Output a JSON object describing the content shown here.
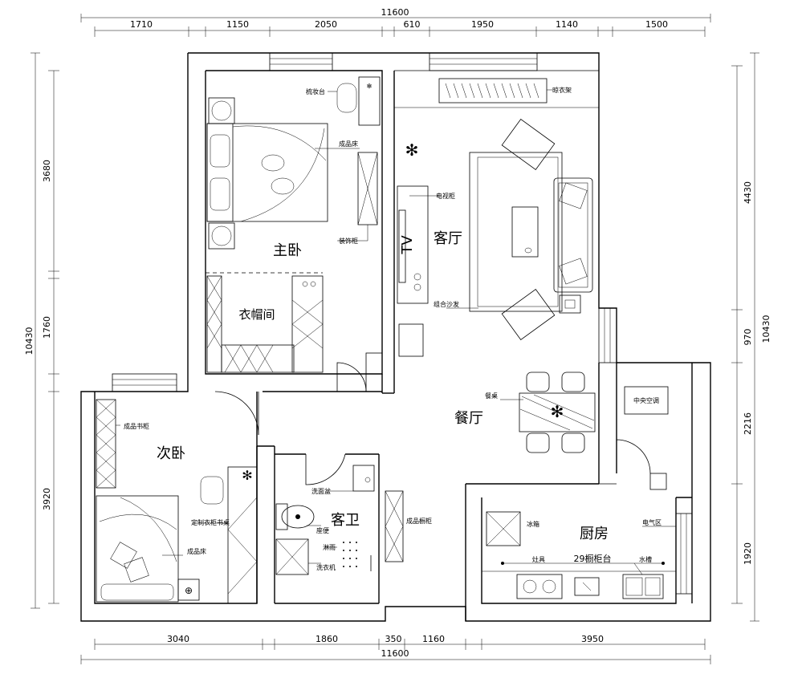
{
  "top_dims": {
    "overall": "11600",
    "segments": [
      "1710",
      "1150",
      "2050",
      "610",
      "1950",
      "1140",
      "1500"
    ]
  },
  "bottom_dims": {
    "overall": "11600",
    "segments": [
      "3040",
      "1860",
      "350",
      "1160",
      "3950"
    ]
  },
  "left_dims": {
    "overall": "10430",
    "segments": [
      "3680",
      "1760",
      "3920"
    ]
  },
  "right_dims": {
    "overall": "10430",
    "segments": [
      "4430",
      "970",
      "2216",
      "1920"
    ]
  },
  "rooms": {
    "master_bedroom": "主卧",
    "cloakroom": "衣帽间",
    "living_room": "客厅",
    "dining_room": "餐厅",
    "second_bedroom": "次卧",
    "guest_bathroom": "客卫",
    "kitchen": "厨房",
    "tv": "TV"
  },
  "labels": {
    "dresser": "梳妆台",
    "master_bed": "成品床",
    "deco_cabinet": "装饰柜",
    "drying_rack": "晾衣架",
    "tv_cabinet": "电视柜",
    "sofa": "组合沙发",
    "dining_table": "餐桌",
    "central_ac": "中央空调",
    "bookcase": "成品书柜",
    "wardrobe_desk": "定制衣柜书桌",
    "second_bed": "成品床",
    "washbasin": "洗面盆",
    "toilet": "座便",
    "shower": "淋雨",
    "washer": "洗衣机",
    "bath_cabinet": "成品橱柜",
    "fridge": "冰箱",
    "gas_zone": "电气区",
    "stove": "灶具",
    "sink": "水槽",
    "countertop": "29橱柜台"
  }
}
